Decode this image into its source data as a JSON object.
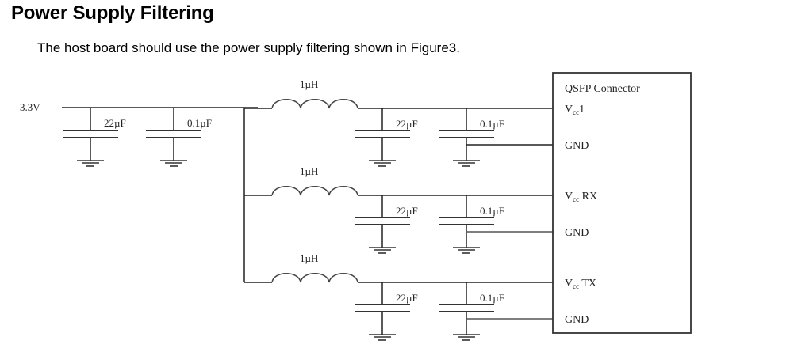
{
  "section": {
    "title": "Power Supply Filtering",
    "intro": "The host board should use the power supply filtering shown in Figure3."
  },
  "schematic": {
    "supply_label": "3.3V",
    "input_caps": [
      {
        "label": "22µF"
      },
      {
        "label": "0.1µF"
      }
    ],
    "branches": [
      {
        "inductor_label": "1µH",
        "caps": [
          {
            "label": "22µF"
          },
          {
            "label": "0.1µF"
          }
        ],
        "vcc_pin": {
          "main": "V",
          "sub": "cc",
          "suffix": "1"
        },
        "gnd_pin": "GND"
      },
      {
        "inductor_label": "1µH",
        "caps": [
          {
            "label": "22µF"
          },
          {
            "label": "0.1µF"
          }
        ],
        "vcc_pin": {
          "main": "V",
          "sub": "cc",
          "suffix": " RX"
        },
        "gnd_pin": "GND"
      },
      {
        "inductor_label": "1µH",
        "caps": [
          {
            "label": "22µF"
          },
          {
            "label": "0.1µF"
          }
        ],
        "vcc_pin": {
          "main": "V",
          "sub": "cc",
          "suffix": " TX"
        },
        "gnd_pin": "GND"
      }
    ],
    "connector_title": "QSFP Connector"
  }
}
